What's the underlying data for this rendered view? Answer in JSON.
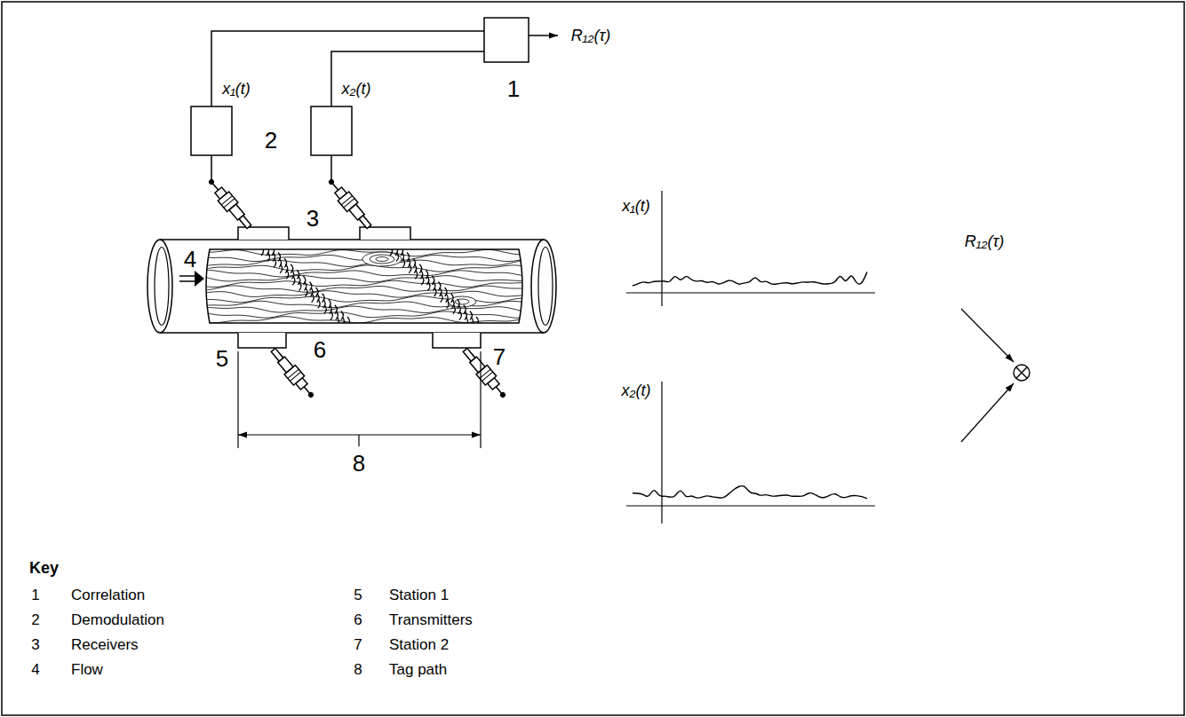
{
  "diagram": {
    "labels": [
      "R₁₂(τ)",
      "x₁(t)",
      "x₂(t)",
      "1",
      "2",
      "3",
      "4",
      "5",
      "6",
      "7",
      "8",
      "x₁(t)",
      "x₂(t)",
      "R₁₂(τ)",
      "Key",
      "1",
      "2",
      "3",
      "4",
      "5",
      "6",
      "7",
      "8"
    ],
    "legend": [
      {
        "text": "Correlation"
      },
      {
        "text": "Demodulation"
      },
      {
        "text": "Receivers"
      },
      {
        "text": "Flow"
      },
      {
        "text": "Station 1"
      },
      {
        "text": "Transmitters"
      },
      {
        "text": "Station 2"
      },
      {
        "text": "Tag path"
      }
    ]
  }
}
